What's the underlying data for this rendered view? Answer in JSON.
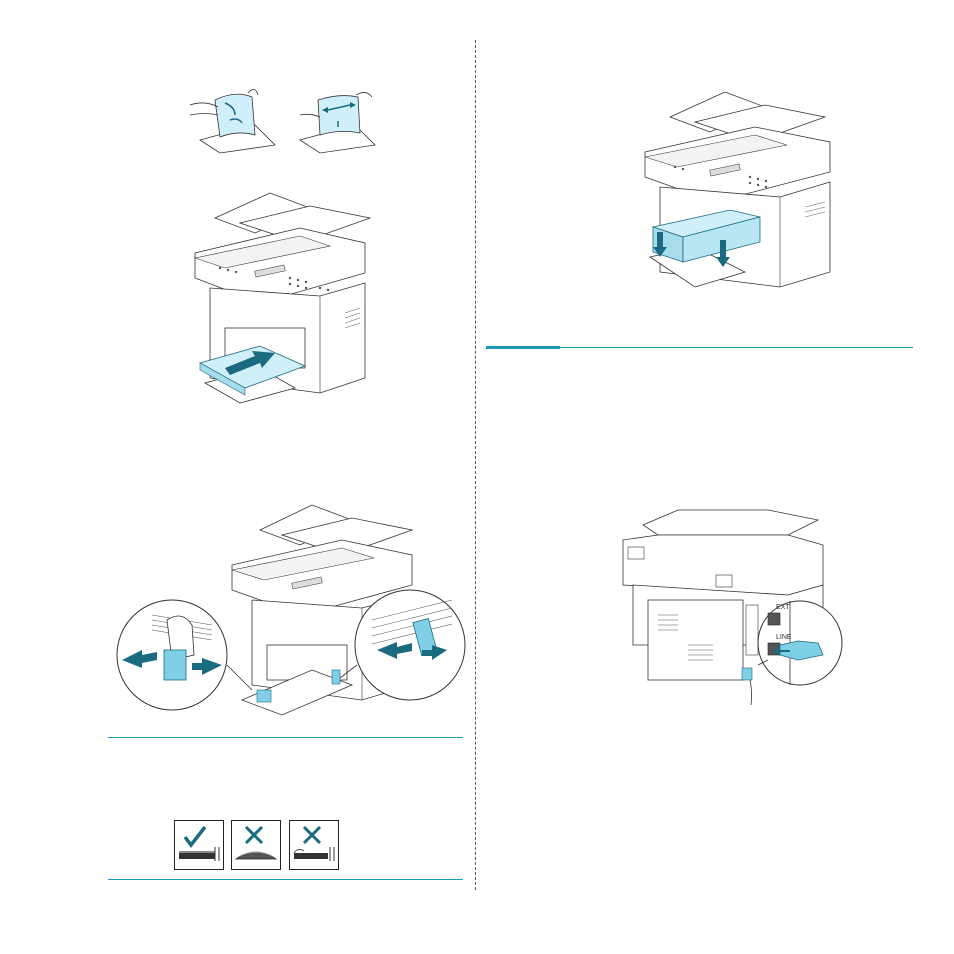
{
  "page": {
    "background": "#ffffff",
    "accent_color": "#1a9bb5",
    "paper_color": "#cfeffa"
  },
  "illustrations": [
    {
      "name": "fan-paper-stack-icon"
    },
    {
      "name": "load-paper-tray-illustration"
    },
    {
      "name": "adjust-paper-guides-illustration"
    },
    {
      "name": "attach-tray-cover-illustration"
    },
    {
      "name": "telephone-line-connection-illustration"
    }
  ],
  "paper_stack_examples": [
    {
      "mark": "check-icon",
      "meaning": "correct"
    },
    {
      "mark": "cross-icon",
      "meaning": "curled"
    },
    {
      "mark": "cross-icon",
      "meaning": "bent-edge"
    }
  ],
  "port_labels": {
    "ext": "EXT",
    "line": "LINE"
  }
}
